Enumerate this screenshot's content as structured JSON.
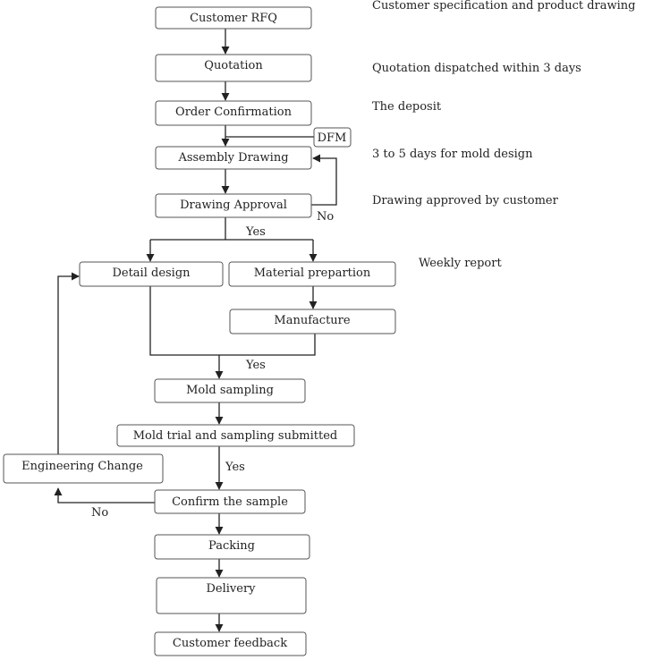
{
  "nodes": {
    "customer_rfq": "Customer RFQ",
    "quotation": "Quotation",
    "order_confirmation": "Order Confirmation",
    "dfm": "DFM",
    "assembly_drawing": "Assembly Drawing",
    "drawing_approval": "Drawing Approval",
    "detail_design": "Detail design",
    "material_prepartion": "Material prepartion",
    "manufacture": "Manufacture",
    "mold_sampling": "Mold sampling",
    "mold_trial": "Mold trial and sampling submitted",
    "engineering_change": "Engineering Change",
    "confirm_sample": "Confirm the sample",
    "packing": "Packing",
    "delivery": "Delivery",
    "customer_feedback": "Customer feedback"
  },
  "edge_labels": {
    "approval_no": "No",
    "approval_yes": "Yes",
    "merge_yes": "Yes",
    "trial_yes": "Yes",
    "confirm_no": "No"
  },
  "notes": {
    "rfq": "Customer specification and product drawing",
    "quotation": "Quotation dispatched within 3 days",
    "deposit": "The deposit",
    "mold_design": "3 to 5 days for mold design",
    "approved": "Drawing approved by customer",
    "weekly": "Weekly report"
  }
}
